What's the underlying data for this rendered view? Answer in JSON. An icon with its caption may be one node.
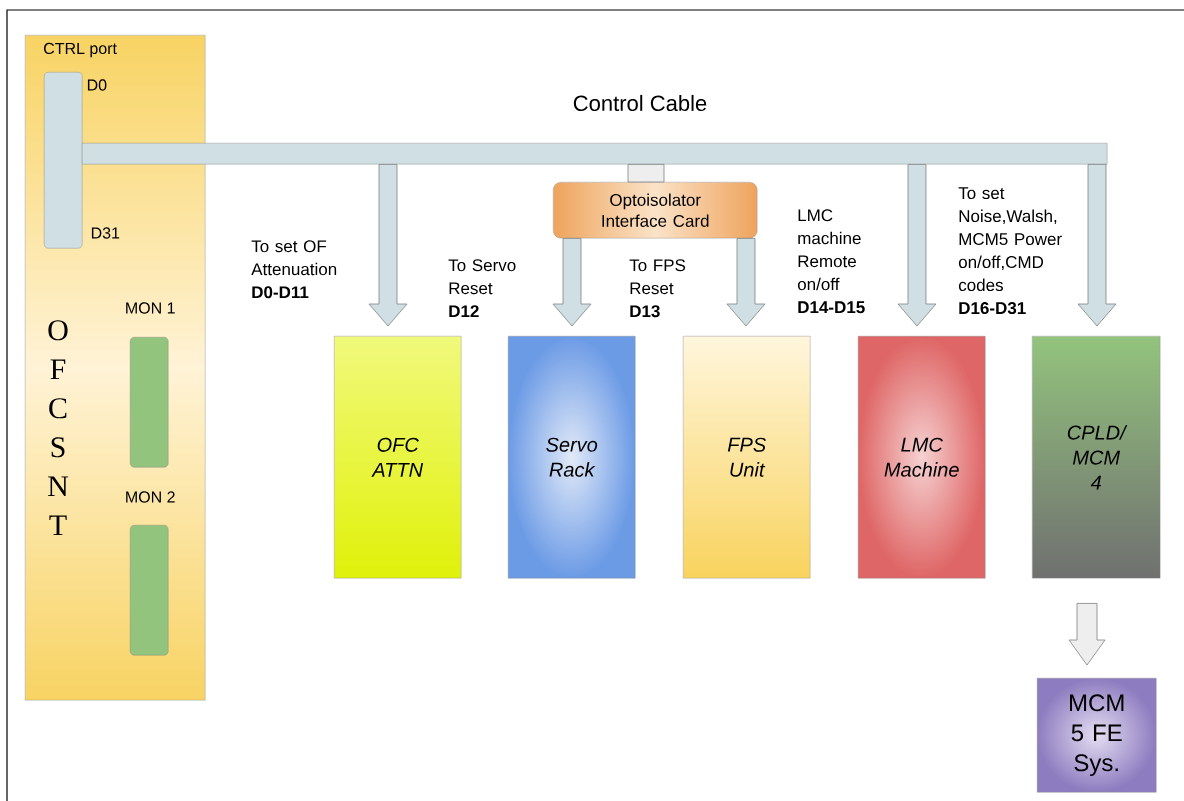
{
  "diagram": {
    "nodes": [
      {
        "text": [
          "O F C S N T"
        ]
      },
      {
        "text": [
          "CTRL port"
        ],
        "beside": [
          "D0",
          "D31"
        ],
        "in": 0
      },
      {
        "text": [
          "MON 1"
        ],
        "in": 0
      },
      {
        "text": [
          "MON 2"
        ],
        "in": 0
      },
      {
        "text": [
          "Control Cable"
        ]
      },
      {
        "text": [
          "Optoisolator Interface Card"
        ]
      },
      {
        "text": [
          "OFC ATTN"
        ]
      },
      {
        "text": [
          "Servo Rack"
        ]
      },
      {
        "text": [
          "FPS Unit"
        ]
      },
      {
        "text": [
          "LMC Machine"
        ]
      },
      {
        "text": [
          "CPLD/ MCM 4"
        ]
      },
      {
        "text": [
          "MCM 5 FE Sys."
        ]
      }
    ],
    "edges": [
      {
        "from": 4,
        "to": 6,
        "arrow": "to",
        "label": "To set OF Attenuation **D0-D11**"
      },
      {
        "from": 4,
        "to": 5,
        "arrow": "none",
        "color": "#eeeeee"
      },
      {
        "from": 5,
        "to": 7,
        "arrow": "to",
        "label": "To Servo Reset **D12**"
      },
      {
        "from": 5,
        "to": 8,
        "arrow": "to",
        "label": "To FPS Reset **D13**"
      },
      {
        "from": 4,
        "to": 9,
        "arrow": "to",
        "label": "LMC machine Remote on/off **D14-D15**"
      },
      {
        "from": 4,
        "to": 10,
        "arrow": "to",
        "label": "To set Noise,Walsh, MCM5 Power on/off,CMD codes **D16-D31**"
      },
      {
        "from": 10,
        "to": 11,
        "arrow": "to",
        "color": "#eeeeee"
      }
    ]
  }
}
